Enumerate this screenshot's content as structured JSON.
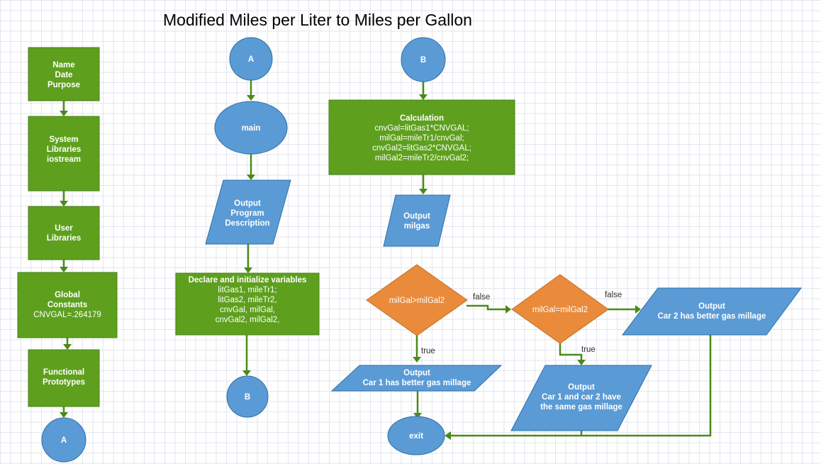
{
  "title": "Modified Miles per Liter to Miles per Gallon",
  "colors": {
    "process": "#5ea01e",
    "terminal": "#5b9bd5",
    "decision": "#e98b3a",
    "connector": "#4a8a18"
  },
  "nodes": {
    "header": [
      "Name",
      "Date",
      "Purpose"
    ],
    "system_libraries": [
      "System",
      "Libraries",
      "iostream"
    ],
    "user_libraries": [
      "User",
      "Libraries"
    ],
    "global_constants": [
      "Global",
      "Constants",
      "CNVGAL=.264179"
    ],
    "functional_prototypes": [
      "Functional",
      "Prototypes"
    ],
    "connector_a_left": "A",
    "connector_a_top": "A",
    "main": "main",
    "output_description": [
      "Output",
      "Program",
      "Description"
    ],
    "declare": {
      "heading": "Declare and initialize variables",
      "lines": [
        "litGas1,  mileTr1;",
        "litGas2,  mileTr2,",
        "cnvGal,  milGal,",
        "cnvGal2, milGal2,"
      ]
    },
    "connector_b_mid": "B",
    "connector_b_top": "B",
    "calculation": {
      "heading": "Calculation",
      "lines": [
        "cnvGal=litGas1*CNVGAL;",
        "milGal=mileTr1/cnvGal;",
        "cnvGal2=litGas2*CNVGAL;",
        "milGal2=mileTr2/cnvGal2;"
      ]
    },
    "output_milgas": [
      "Output",
      "milgas"
    ],
    "decision1": "milGal>milGal2",
    "decision2": "milGal=milGal2",
    "output_car2": [
      "Output",
      "Car 2 has better gas millage"
    ],
    "output_car1": [
      "Output",
      "Car 1 has better gas millage"
    ],
    "output_same": [
      "Output",
      "Car 1 and car 2 have",
      "the same gas millage"
    ],
    "exit": "exit"
  },
  "edge_labels": {
    "d1_false": "false",
    "d1_true": "true",
    "d2_false": "false",
    "d2_true": "true"
  }
}
